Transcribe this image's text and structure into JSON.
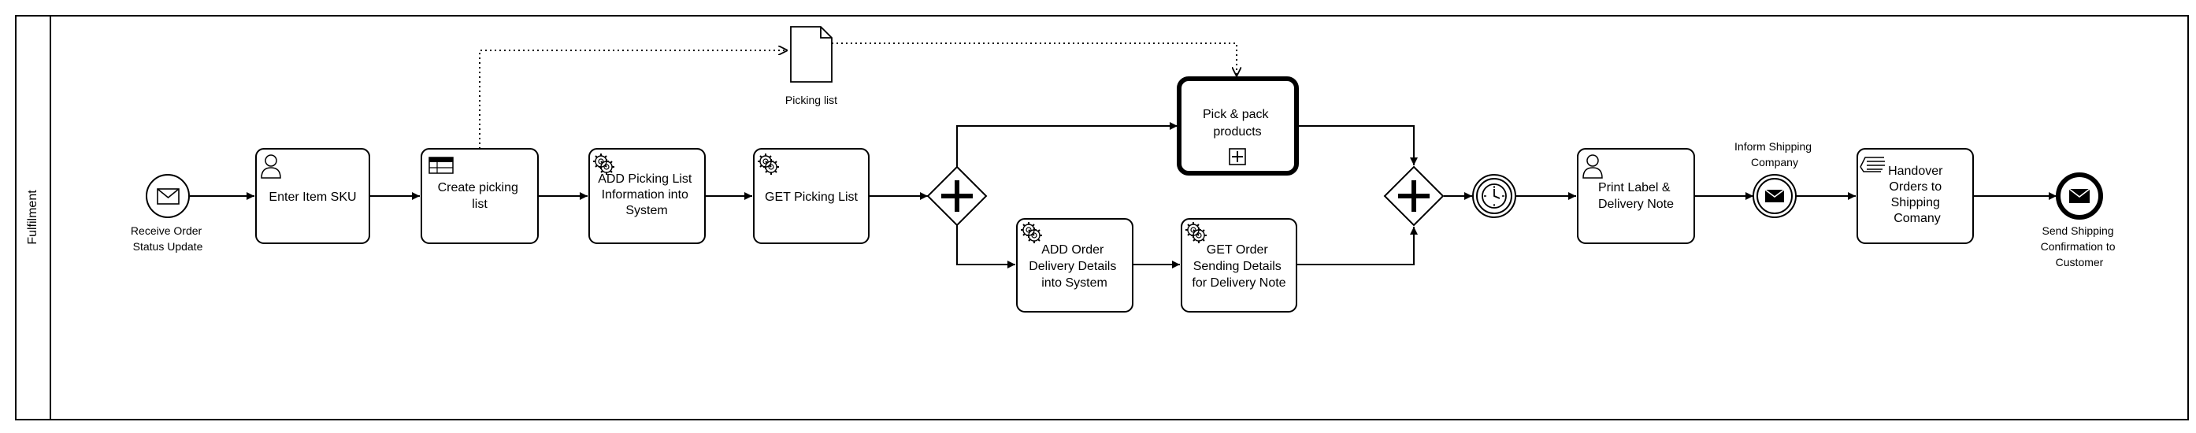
{
  "lane": {
    "label": "Fulfilment"
  },
  "events": {
    "start": [
      "Receive Order",
      "Status Update"
    ],
    "inform": [
      "Inform Shipping",
      "Company"
    ],
    "end": [
      "Send Shipping",
      "Confirmation to",
      "Customer"
    ]
  },
  "tasks": {
    "enter_sku": [
      "Enter Item SKU"
    ],
    "create_picking": [
      "Create picking",
      "list"
    ],
    "add_picking": [
      "ADD Picking List",
      "Information into",
      "System"
    ],
    "get_picking": [
      "GET Picking List"
    ],
    "pick_pack": [
      "Pick & pack",
      "products"
    ],
    "add_order": [
      "ADD Order",
      "Delivery Details",
      "into System"
    ],
    "get_order": [
      "GET Order",
      "Sending Details",
      "for Delivery Note"
    ],
    "print_label": [
      "Print Label &",
      "Delivery Note"
    ],
    "handover": [
      "Handover",
      "Orders to",
      "Shipping",
      "Comany"
    ]
  },
  "data_object": {
    "label": "Picking list"
  },
  "icons": {
    "user": "user-icon",
    "service": "gear-icon",
    "business_rule": "table-icon",
    "manual": "hand-icon",
    "subprocess": "plus-square-icon",
    "timer": "clock-icon",
    "message": "envelope-icon",
    "gateway": "parallel-gateway-icon",
    "data": "document-icon"
  },
  "colors": {
    "stroke": "#000000",
    "fill": "#ffffff"
  }
}
